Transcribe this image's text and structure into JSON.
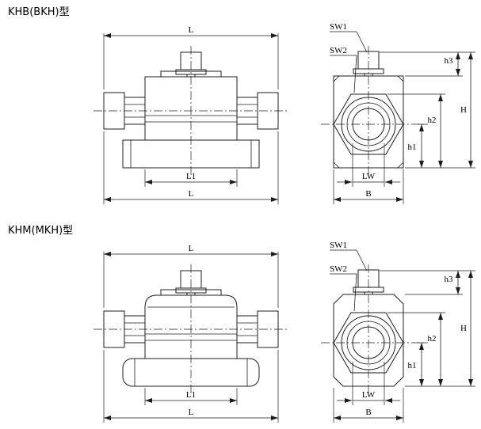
{
  "colors": {
    "background": "#ffffff",
    "line": "#1c1c1c"
  },
  "sections": [
    {
      "title": "KHB(BKH)型",
      "labels": {
        "l_top": "L",
        "l1": "L1",
        "l_bottom": "L",
        "sw1": "SW1",
        "sw2": "SW2",
        "h1": "h1",
        "h2": "h2",
        "h3": "h3",
        "h": "H",
        "lw": "LW",
        "b": "B"
      }
    },
    {
      "title": "KHM(MKH)型",
      "labels": {
        "l_top": "L",
        "l1": "L1",
        "l_bottom": "L",
        "sw1": "SW1",
        "sw2": "SW2",
        "h1": "h1",
        "h2": "h2",
        "h3": "h3",
        "h": "H",
        "lw": "LW",
        "b": "B"
      }
    }
  ]
}
